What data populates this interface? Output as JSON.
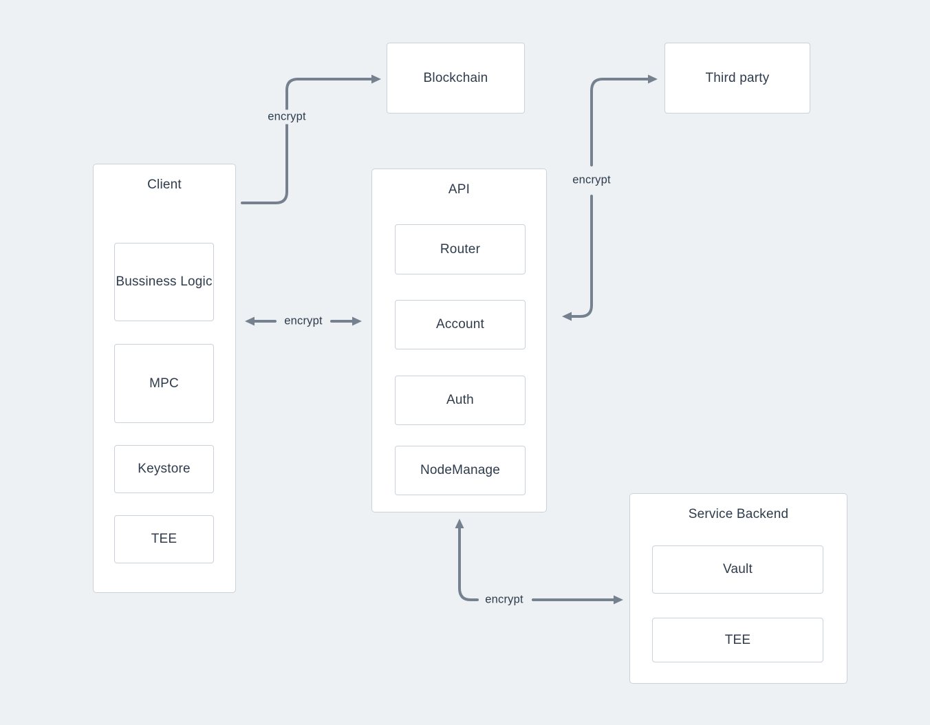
{
  "colors": {
    "background": "#edf1f4",
    "box_fill": "#ffffff",
    "box_border": "#c9d2da",
    "text": "#2d3b4c",
    "arrow": "#76818f"
  },
  "nodes": {
    "blockchain": {
      "label": "Blockchain"
    },
    "third_party": {
      "label": "Third party"
    },
    "client": {
      "title": "Client",
      "children": [
        {
          "label": "Bussiness Logic"
        },
        {
          "label": "MPC"
        },
        {
          "label": "Keystore"
        },
        {
          "label": "TEE"
        }
      ]
    },
    "api": {
      "title": "API",
      "children": [
        {
          "label": "Router"
        },
        {
          "label": "Account"
        },
        {
          "label": "Auth"
        },
        {
          "label": "NodeManage"
        }
      ]
    },
    "service_backend": {
      "title": "Service Backend",
      "children": [
        {
          "label": "Vault"
        },
        {
          "label": "TEE"
        }
      ]
    }
  },
  "edges": {
    "client_to_blockchain": {
      "label": "encrypt",
      "from": "Client",
      "to": "Blockchain",
      "direction": "one-way"
    },
    "client_api": {
      "label": "encrypt",
      "from": "Client",
      "to": "API",
      "direction": "two-way"
    },
    "api_third_party": {
      "label": "encrypt",
      "from": "API",
      "to": "Third party",
      "direction": "two-way"
    },
    "api_service_backend": {
      "label": "encrypt",
      "from": "API",
      "to": "Service Backend",
      "direction": "two-way"
    }
  }
}
